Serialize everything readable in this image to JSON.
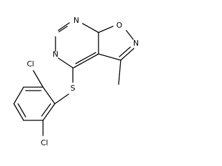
{
  "molecule": {
    "atoms": {
      "n_top": "N",
      "o_ring": "O",
      "n_isox": "N",
      "n_left": "N",
      "s_link": "S",
      "cl_top": "Cl",
      "cl_bottom": "Cl"
    },
    "colors": {
      "bond": "#000000",
      "label": "#000000",
      "background": "#ffffff"
    }
  }
}
